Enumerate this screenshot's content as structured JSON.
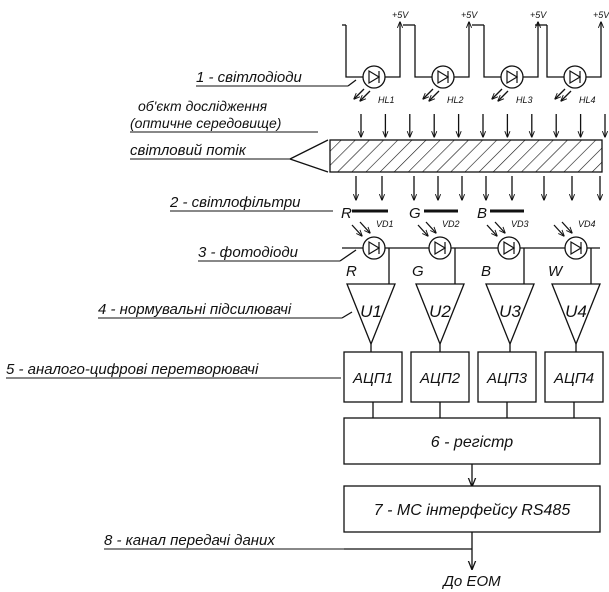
{
  "labels": {
    "leds": "1 - світлодіоди",
    "object_line1": "об'єкт дослідження",
    "object_line2": "(оптичне середовище)",
    "light_flux": "світловий потік",
    "filters": "2 - світлофільтри",
    "photodiodes": "3 - фотодіоди",
    "amplifiers": "4 - нормувальні підсилювачі",
    "adc": "5 - аналого-цифрові перетворювачі",
    "channel": "8 - канал передачі даних",
    "output": "До ЕОМ"
  },
  "supply": "+5V",
  "leds": [
    "HL1",
    "HL2",
    "HL3",
    "HL4"
  ],
  "filters": [
    "R",
    "G",
    "B"
  ],
  "photodiodes": [
    "VD1",
    "VD2",
    "VD3",
    "VD4"
  ],
  "channels": [
    "R",
    "G",
    "B",
    "W"
  ],
  "amplifiers": [
    "U1",
    "U2",
    "U3",
    "U4"
  ],
  "adcs": [
    "АЦП1",
    "АЦП2",
    "АЦП3",
    "АЦП4"
  ],
  "register": "6 - регістр",
  "interface": "7 - МС інтерфейсу RS485"
}
